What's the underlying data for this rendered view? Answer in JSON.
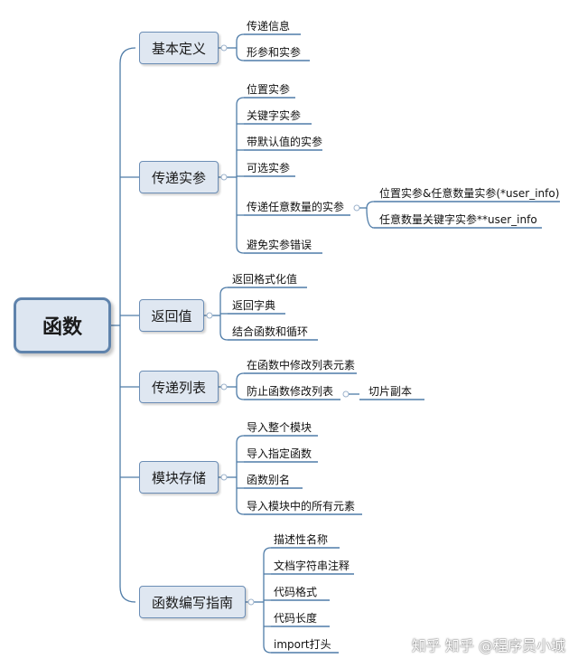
{
  "root": {
    "label": "函数"
  },
  "branches": [
    {
      "label": "基本定义",
      "children": [
        {
          "label": "传递信息"
        },
        {
          "label": "形参和实参"
        }
      ]
    },
    {
      "label": "传递实参",
      "children": [
        {
          "label": "位置实参"
        },
        {
          "label": "关键字实参"
        },
        {
          "label": "带默认值的实参"
        },
        {
          "label": "可选实参"
        },
        {
          "label": "传递任意数量的实参",
          "children": [
            {
              "label": "位置实参&任意数量实参(*user_info)"
            },
            {
              "label": "任意数量关键字实参**user_info"
            }
          ]
        },
        {
          "label": "避免实参错误"
        }
      ]
    },
    {
      "label": "返回值",
      "children": [
        {
          "label": "返回格式化值"
        },
        {
          "label": "返回字典"
        },
        {
          "label": "结合函数和循环"
        }
      ]
    },
    {
      "label": "传递列表",
      "children": [
        {
          "label": "在函数中修改列表元素"
        },
        {
          "label": "防止函数修改列表",
          "children": [
            {
              "label": "切片副本"
            }
          ]
        }
      ]
    },
    {
      "label": "模块存储",
      "children": [
        {
          "label": "导入整个模块"
        },
        {
          "label": "导入指定函数"
        },
        {
          "label": "函数别名"
        },
        {
          "label": "导入模块中的所有元素"
        }
      ]
    },
    {
      "label": "函数编写指南",
      "children": [
        {
          "label": "描述性名称"
        },
        {
          "label": "文档字符串注释"
        },
        {
          "label": "代码格式"
        },
        {
          "label": "代码长度"
        },
        {
          "label": "import打头"
        }
      ]
    }
  ],
  "watermark": "知乎 知乎 @程序员小城",
  "colors": {
    "line": "#4f7ca8",
    "box_fill": "#dfe7f1",
    "box_border": "#6b8db5"
  }
}
